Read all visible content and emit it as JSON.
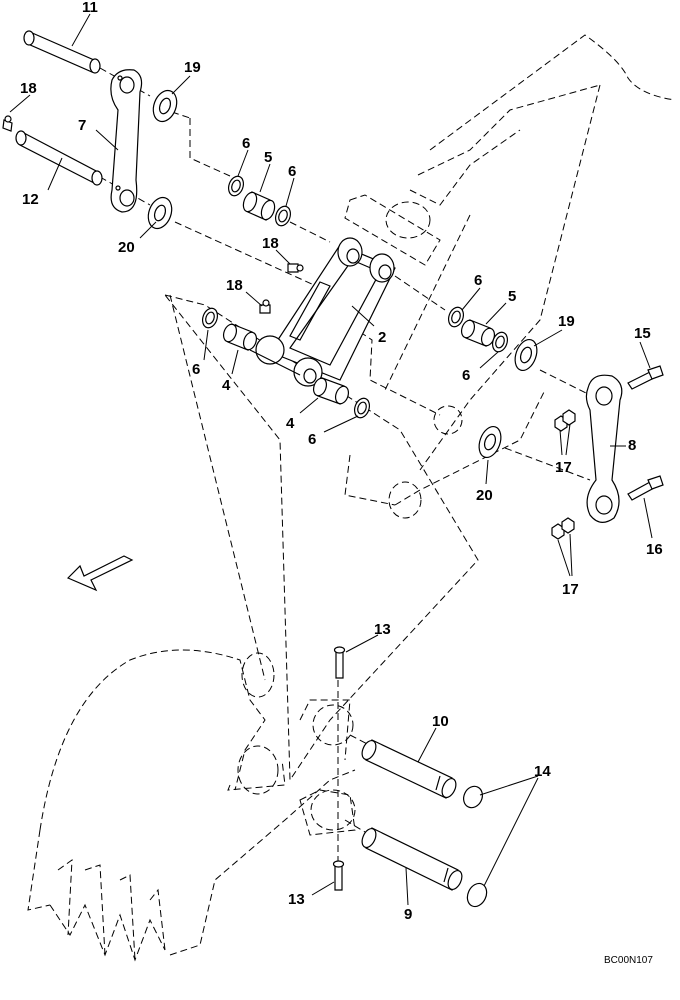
{
  "drawing_code": "BC00N107",
  "callouts": {
    "c11": "11",
    "c18a": "18",
    "c7": "7",
    "c12": "12",
    "c19a": "19",
    "c20a": "20",
    "c6a": "6",
    "c5a": "5",
    "c6b": "6",
    "c18b": "18",
    "c18c": "18",
    "c6c": "6",
    "c4a": "4",
    "c2": "2",
    "c4b": "4",
    "c6d": "6",
    "c6e": "6",
    "c5b": "5",
    "c6f": "6",
    "c19b": "19",
    "c15": "15",
    "c8": "8",
    "c17a": "17",
    "c20b": "20",
    "c16": "16",
    "c17b": "17",
    "c13a": "13",
    "c10": "10",
    "c14": "14",
    "c13b": "13",
    "c9": "9"
  },
  "icons": {
    "direction": "front-direction-arrow-icon"
  }
}
